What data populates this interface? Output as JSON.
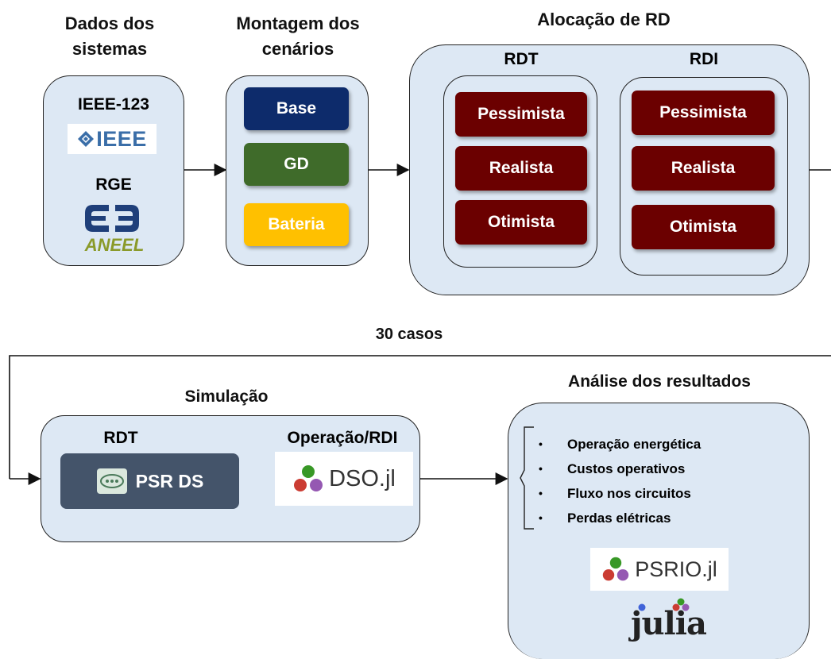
{
  "sections": {
    "dados": "Dados dos sistemas",
    "montagem": "Montagem dos cenários",
    "alocacao": "Alocação de RD",
    "casos": "30 casos",
    "simulacao": "Simulação",
    "analise": "Análise dos resultados"
  },
  "dados_panel": {
    "ieee_label": "IEEE-123",
    "ieee_logo": "IEEE",
    "rge_label": "RGE",
    "aneel_logo": "ANEEL"
  },
  "scenarios": {
    "base": "Base",
    "gd": "GD",
    "bateria": "Bateria",
    "colors": {
      "base": "#0d2b6b",
      "gd": "#3f6b2a",
      "bateria": "#ffc000"
    }
  },
  "rdt": {
    "title": "RDT",
    "items": [
      "Pessimista",
      "Realista",
      "Otimista"
    ]
  },
  "rdi": {
    "title": "RDI",
    "items": [
      "Pessimista",
      "Realista",
      "Otimista"
    ]
  },
  "simulacao_panel": {
    "rdt_label": "RDT",
    "psr_ds": "PSR DS",
    "operacao_label": "Operação/RDI",
    "dso_logo": "DSO.jl"
  },
  "analise_panel": {
    "items": [
      "Operação energética",
      "Custos operativos",
      "Fluxo nos circuitos",
      "Perdas elétricas"
    ],
    "psrio_logo": "PSRIO.jl",
    "julia_logo": "julia"
  },
  "colors": {
    "panel_bg": "#dde8f4",
    "scenario_red": "#6b0000",
    "psr_ds_bg": "#44546a",
    "julia_red": "#cb3c33",
    "julia_green": "#389826",
    "julia_purple": "#9558b2",
    "julia_blue": "#4063d8"
  }
}
